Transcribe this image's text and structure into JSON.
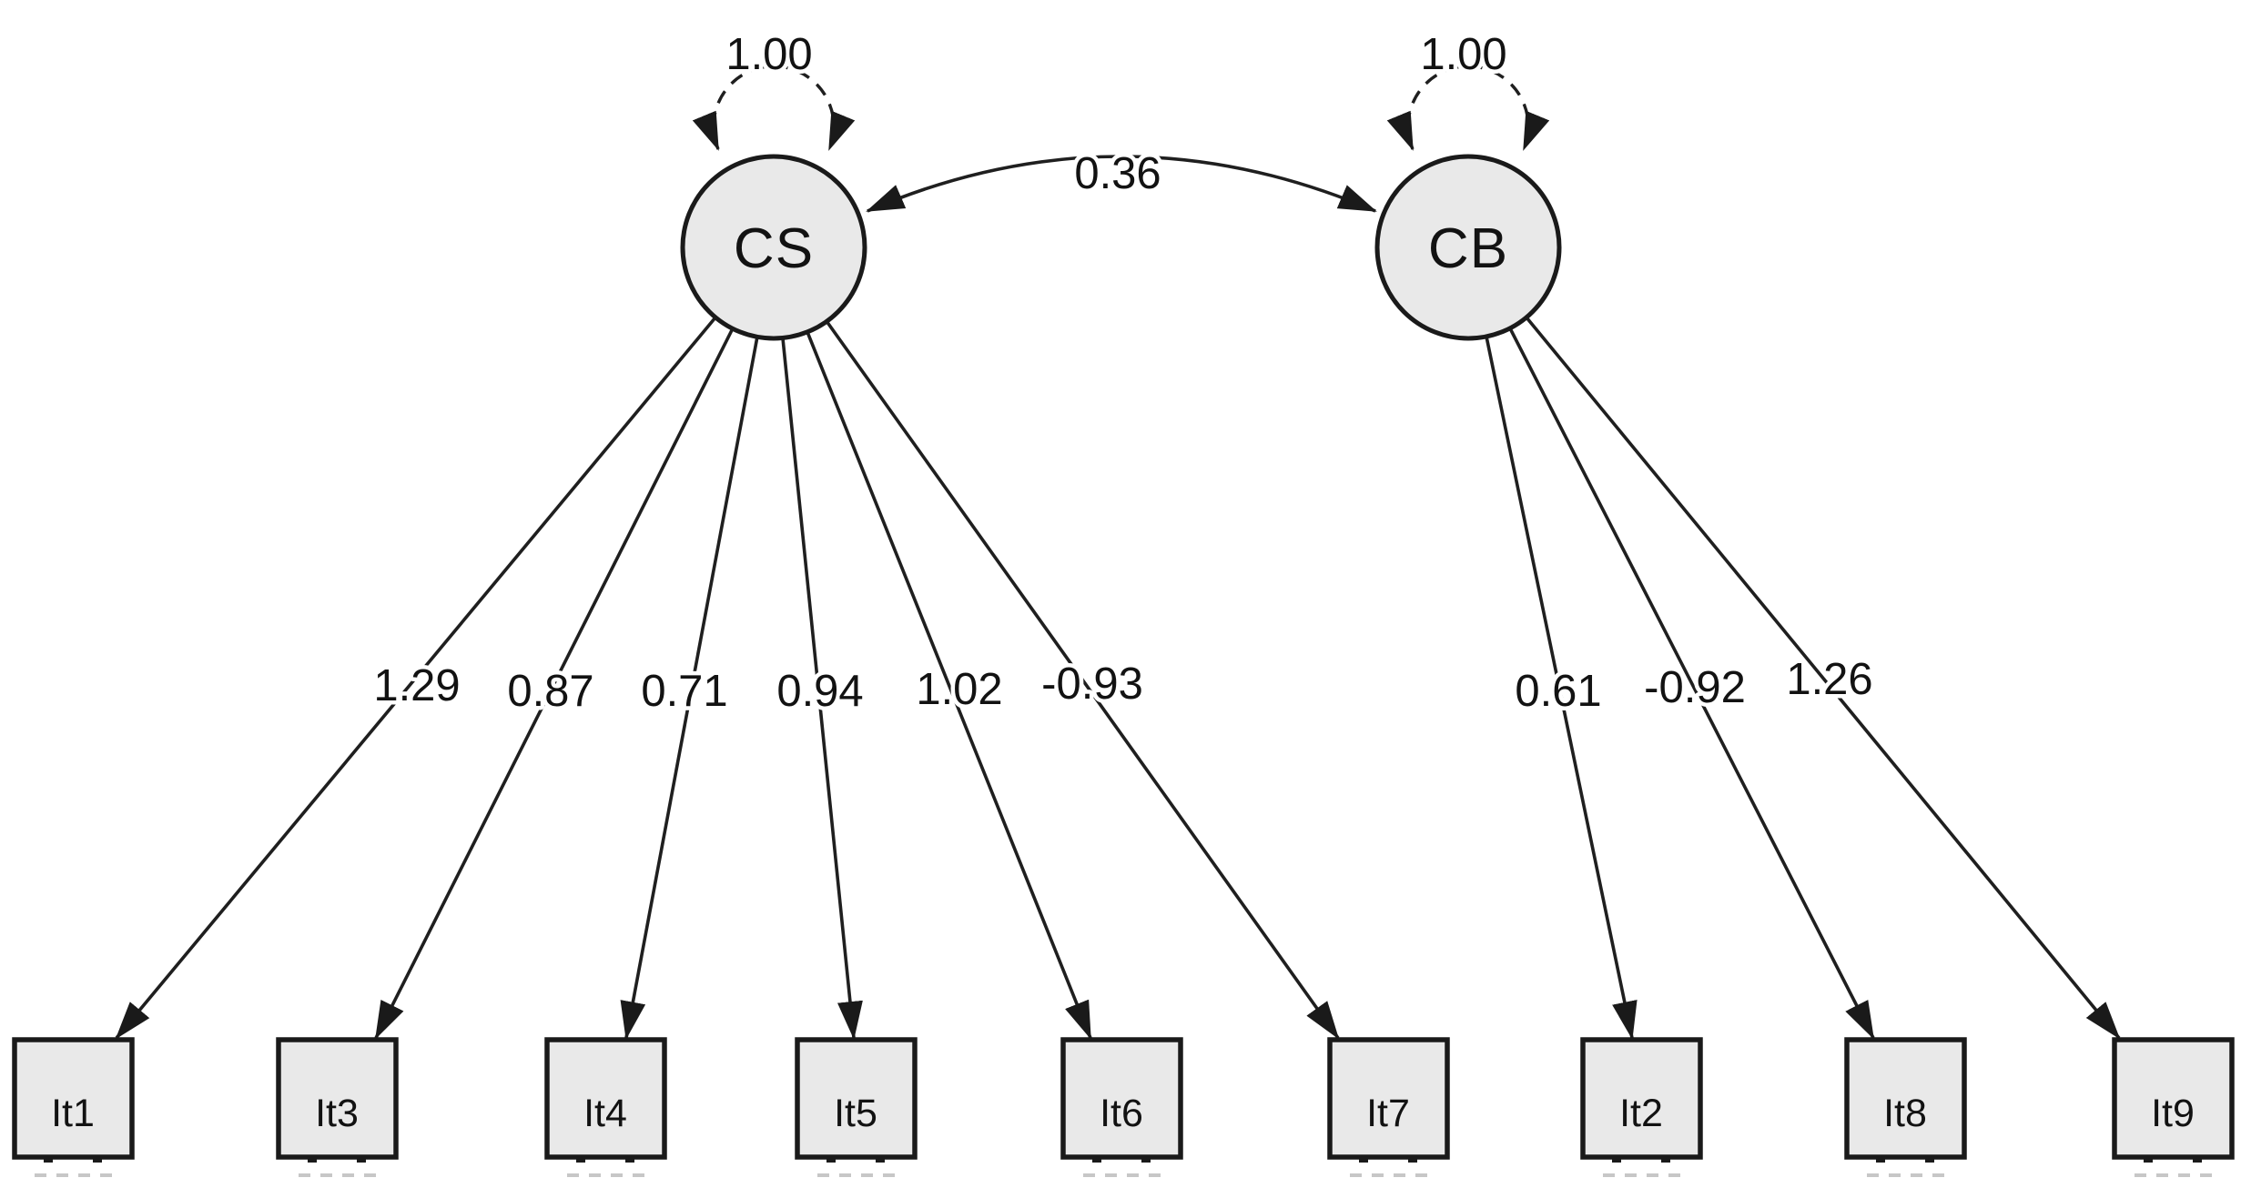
{
  "diagram": {
    "type": "sem-path-diagram",
    "colors": {
      "background": "#ffffff",
      "node_fill": "#e9e9e9",
      "stroke": "#1a1a1a"
    },
    "latent": [
      {
        "id": "CS",
        "label": "CS",
        "variance_label": "1.00"
      },
      {
        "id": "CB",
        "label": "CB",
        "variance_label": "1.00"
      }
    ],
    "covariance": {
      "from": "CS",
      "to": "CB",
      "label": "0.36"
    },
    "observed": [
      {
        "id": "It1",
        "label": "It1"
      },
      {
        "id": "It3",
        "label": "It3"
      },
      {
        "id": "It4",
        "label": "It4"
      },
      {
        "id": "It5",
        "label": "It5"
      },
      {
        "id": "It6",
        "label": "It6"
      },
      {
        "id": "It7",
        "label": "It7"
      },
      {
        "id": "It2",
        "label": "It2"
      },
      {
        "id": "It8",
        "label": "It8"
      },
      {
        "id": "It9",
        "label": "It9"
      }
    ],
    "loadings": [
      {
        "from": "CS",
        "to": "It1",
        "label": "1.29"
      },
      {
        "from": "CS",
        "to": "It3",
        "label": "0.87"
      },
      {
        "from": "CS",
        "to": "It4",
        "label": "0.71"
      },
      {
        "from": "CS",
        "to": "It5",
        "label": "0.94"
      },
      {
        "from": "CS",
        "to": "It6",
        "label": "1.02"
      },
      {
        "from": "CS",
        "to": "It7",
        "label": "-0.93"
      },
      {
        "from": "CB",
        "to": "It2",
        "label": "0.61"
      },
      {
        "from": "CB",
        "to": "It8",
        "label": "-0.92"
      },
      {
        "from": "CB",
        "to": "It9",
        "label": "1.26"
      }
    ]
  }
}
